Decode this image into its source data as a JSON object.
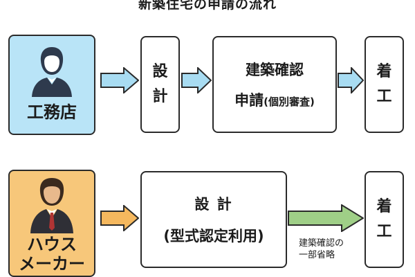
{
  "title": "新築住宅の申請の流れ",
  "row1": {
    "actor_label": "工務店",
    "design_chars": [
      "設",
      "計"
    ],
    "review_line1": "建築確認",
    "review_line2_main": "申請",
    "review_line2_paren": "(個別審査)",
    "start_chars": [
      "着",
      "工"
    ]
  },
  "row2": {
    "actor_label_line1": "ハウス",
    "actor_label_line2": "メーカー",
    "design_line1": "設 計",
    "design_line2": "(型式認定利用)",
    "note_line1": "建築確認の",
    "note_line2": "一部省略",
    "start_chars": [
      "着",
      "工"
    ]
  },
  "colors": {
    "actor1_bg": "#b9e4f7",
    "actor2_bg": "#f7c77a",
    "arrow_blue": "#a8dcf2",
    "arrow_orange": "#f5b85e",
    "arrow_green": "#9fcf87",
    "border": "#2a2a2a"
  },
  "icons": {
    "actor1": "person-silhouette-icon",
    "actor2": "businessman-icon"
  }
}
